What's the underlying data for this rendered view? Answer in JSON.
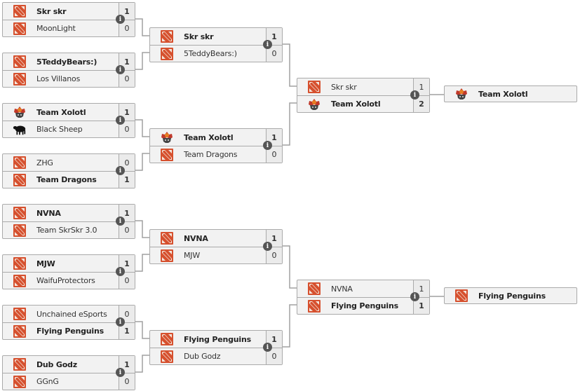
{
  "colors": {
    "dota_logo": "#d6502e",
    "line": "#a0a0a0",
    "box_bg": "#f2f2f2",
    "info_bg": "#555555"
  },
  "upper": {
    "round1": [
      {
        "teams": [
          {
            "name": "Skr skr",
            "score": "1",
            "logo": "dota-logo",
            "win": true
          },
          {
            "name": "MoonLight",
            "score": "0",
            "logo": "dota-logo",
            "win": false
          }
        ]
      },
      {
        "teams": [
          {
            "name": "5TeddyBears:)",
            "score": "1",
            "logo": "dota-logo",
            "win": true
          },
          {
            "name": "Los Villanos",
            "score": "0",
            "logo": "dota-logo",
            "win": false
          }
        ]
      },
      {
        "teams": [
          {
            "name": "Team Xolotl",
            "score": "1",
            "logo": "xolotl-logo",
            "win": true
          },
          {
            "name": "Black Sheep",
            "score": "0",
            "logo": "sheep-logo",
            "win": false
          }
        ]
      },
      {
        "teams": [
          {
            "name": "ZHG",
            "score": "0",
            "logo": "dota-logo",
            "win": false
          },
          {
            "name": "Team Dragons",
            "score": "1",
            "logo": "dota-logo",
            "win": true
          }
        ]
      }
    ],
    "round2": [
      {
        "teams": [
          {
            "name": "Skr skr",
            "score": "1",
            "logo": "dota-logo",
            "win": true
          },
          {
            "name": "5TeddyBears:)",
            "score": "0",
            "logo": "dota-logo",
            "win": false
          }
        ]
      },
      {
        "teams": [
          {
            "name": "Team Xolotl",
            "score": "1",
            "logo": "xolotl-logo",
            "win": true
          },
          {
            "name": "Team Dragons",
            "score": "0",
            "logo": "dota-logo",
            "win": false
          }
        ]
      }
    ],
    "round3": [
      {
        "teams": [
          {
            "name": "Skr skr",
            "score": "1",
            "logo": "dota-logo",
            "win": false
          },
          {
            "name": "Team Xolotl",
            "score": "2",
            "logo": "xolotl-logo",
            "win": true
          }
        ]
      }
    ],
    "winner": {
      "name": "Team Xolotl",
      "logo": "xolotl-logo"
    }
  },
  "lower": {
    "round1": [
      {
        "teams": [
          {
            "name": "NVNA",
            "score": "1",
            "logo": "dota-logo",
            "win": true
          },
          {
            "name": "Team SkrSkr 3.0",
            "score": "0",
            "logo": "dota-logo",
            "win": false
          }
        ]
      },
      {
        "teams": [
          {
            "name": "MJW",
            "score": "1",
            "logo": "dota-logo",
            "win": true
          },
          {
            "name": "WaifuProtectors",
            "score": "0",
            "logo": "dota-logo",
            "win": false
          }
        ]
      },
      {
        "teams": [
          {
            "name": "Unchained eSports",
            "score": "0",
            "logo": "dota-logo",
            "win": false
          },
          {
            "name": "Flying Penguins",
            "score": "1",
            "logo": "dota-logo",
            "win": true
          }
        ]
      },
      {
        "teams": [
          {
            "name": "Dub Godz",
            "score": "1",
            "logo": "dota-logo",
            "win": true
          },
          {
            "name": "GGnG",
            "score": "0",
            "logo": "dota-logo",
            "win": false
          }
        ]
      }
    ],
    "round2": [
      {
        "teams": [
          {
            "name": "NVNA",
            "score": "1",
            "logo": "dota-logo",
            "win": true
          },
          {
            "name": "MJW",
            "score": "0",
            "logo": "dota-logo",
            "win": false
          }
        ]
      },
      {
        "teams": [
          {
            "name": "Flying Penguins",
            "score": "1",
            "logo": "dota-logo",
            "win": true
          },
          {
            "name": "Dub Godz",
            "score": "0",
            "logo": "dota-logo",
            "win": false
          }
        ]
      }
    ],
    "round3": [
      {
        "teams": [
          {
            "name": "NVNA",
            "score": "1",
            "logo": "dota-logo",
            "win": false
          },
          {
            "name": "Flying Penguins",
            "score": "1",
            "logo": "dota-logo",
            "win": true
          }
        ]
      }
    ],
    "winner": {
      "name": "Flying Penguins",
      "logo": "dota-logo"
    }
  },
  "info_glyph": "i"
}
